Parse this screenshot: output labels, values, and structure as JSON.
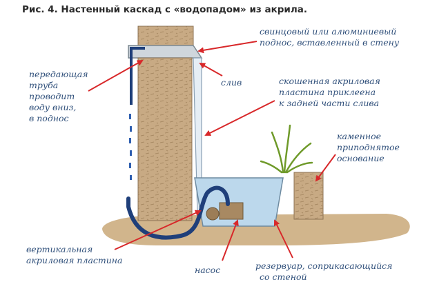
{
  "title": "Рис. 4. Настенный каскад с «водопадом» из акрила.",
  "labels": {
    "tray": [
      "свинцовый или алюминиевый",
      "поднос, вставленный в стену"
    ],
    "drain": "слив",
    "pipe": [
      "передающая",
      "труба",
      "проводит",
      "воду вниз,",
      "в поднос"
    ],
    "slanted_plate": [
      "скошенная акриловая",
      "пластина приклеена",
      "к задней части слива"
    ],
    "stone_base": [
      "каменное",
      "приподнятое",
      "основание"
    ],
    "vertical_plate": [
      "вертикальная",
      "акриловая пластина"
    ],
    "pump": "насос",
    "reservoir": [
      "резервуар, соприкасающийся",
      "со стеной"
    ]
  },
  "colors": {
    "label_text": "#2f4f7a",
    "arrow": "#d8282a",
    "stone": "#c8aa84",
    "ground": "#c9a878",
    "water": "#bcd8ec",
    "hose": "#1f3f7a",
    "plant": "#6f9a2a"
  }
}
